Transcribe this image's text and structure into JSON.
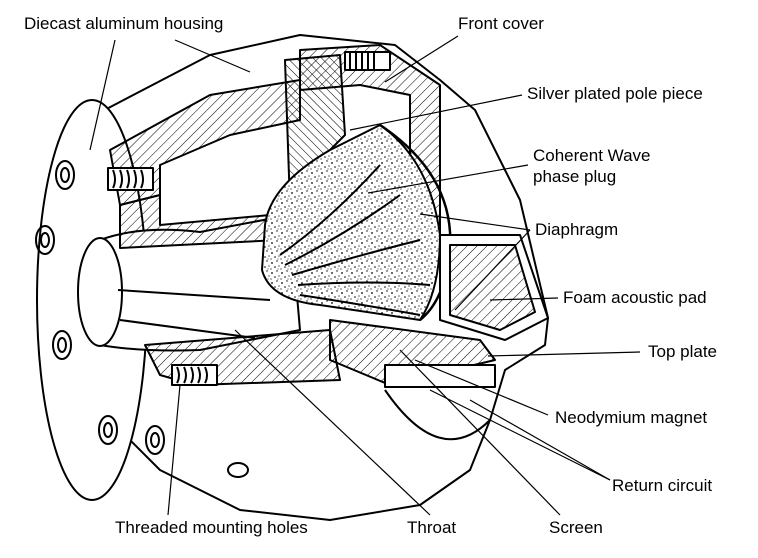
{
  "labels": {
    "diecast_housing": "Diecast aluminum housing",
    "front_cover": "Front cover",
    "silver_pole_piece": "Silver plated pole piece",
    "phase_plug_line1": "Coherent Wave",
    "phase_plug_line2": "phase plug",
    "diaphragm": "Diaphragm",
    "foam_pad": "Foam acoustic pad",
    "top_plate": "Top plate",
    "neodymium_magnet": "Neodymium magnet",
    "return_circuit": "Return circuit",
    "mounting_holes": "Threaded mounting holes",
    "throat": "Throat",
    "screen": "Screen"
  },
  "colors": {
    "line": "#000000",
    "background": "#ffffff"
  }
}
